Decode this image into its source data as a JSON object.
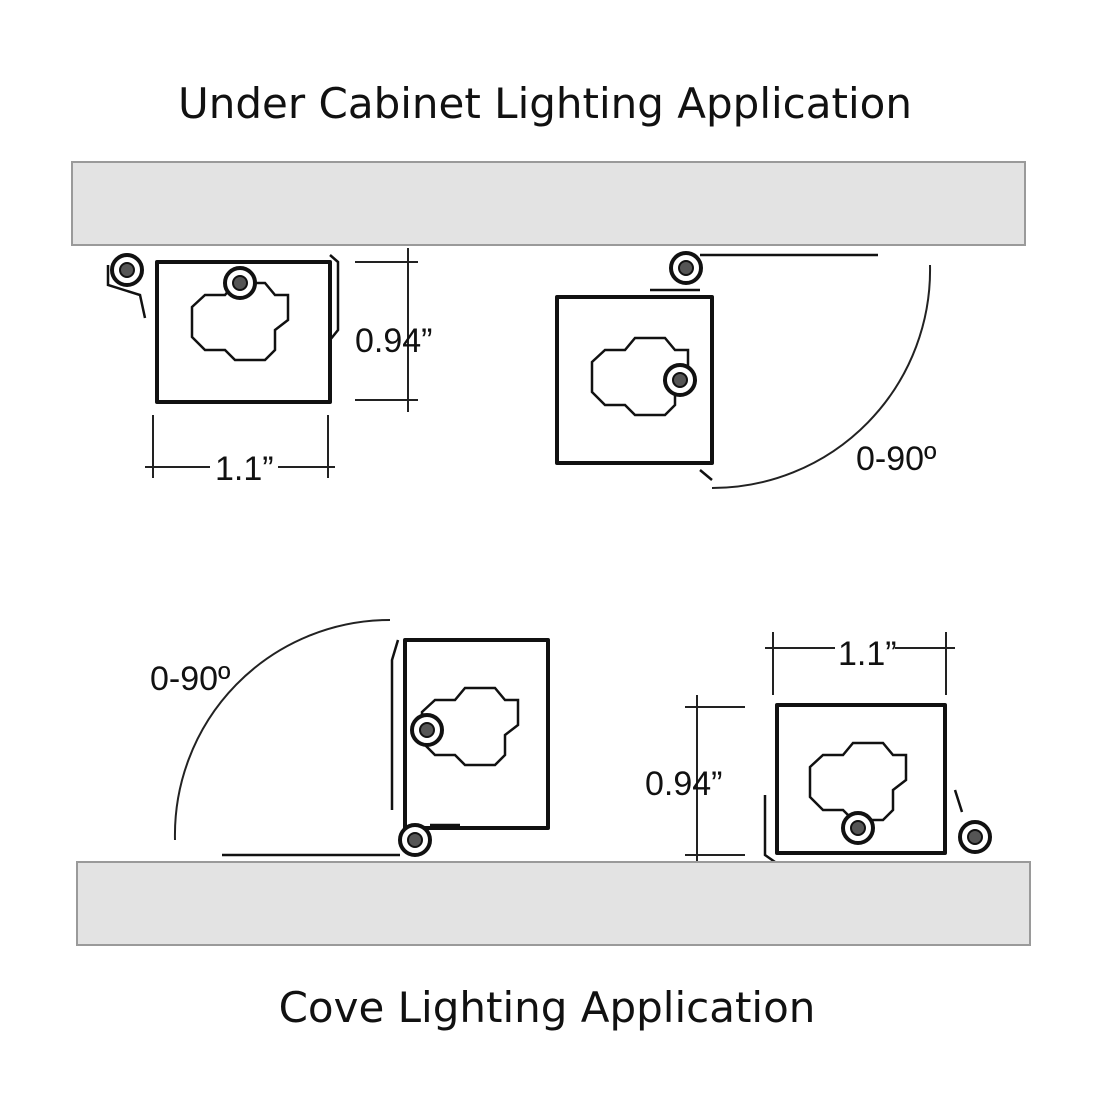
{
  "titles": {
    "top": "Under Cabinet Lighting Application",
    "bottom": "Cove Lighting Application"
  },
  "under_cabinet": {
    "height_label": "0.94”",
    "width_label": "1.1”",
    "rotation_label": "0-90º"
  },
  "cove": {
    "height_label": "0.94”",
    "width_label": "1.1”",
    "rotation_label": "0-90º"
  },
  "colors": {
    "surface": "#e3e3e3",
    "line": "#111111"
  }
}
